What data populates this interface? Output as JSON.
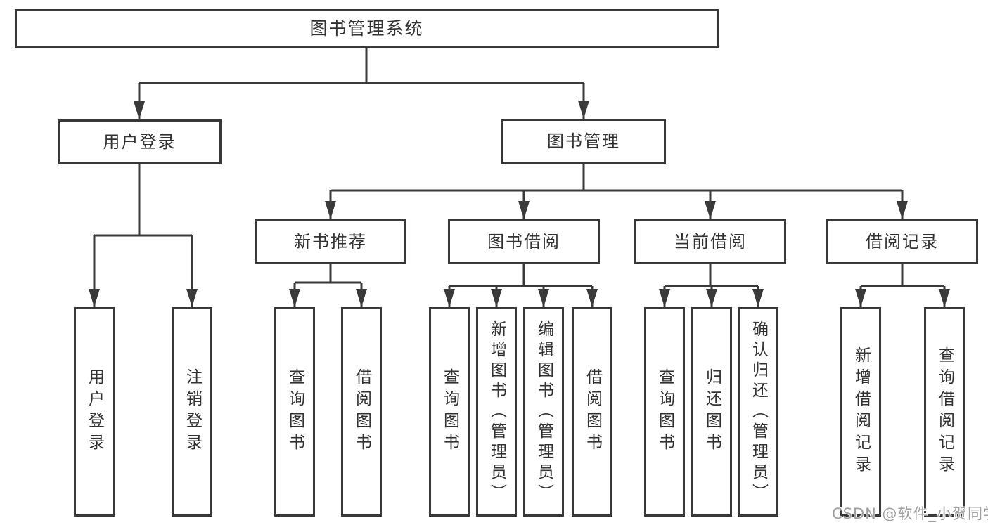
{
  "tree": {
    "label": "图书管理系统",
    "children": [
      {
        "label": "用户登录",
        "children": [
          {
            "label": "用户登录"
          },
          {
            "label": "注销登录"
          }
        ]
      },
      {
        "label": "图书管理",
        "children": [
          {
            "label": "新书推荐",
            "children": [
              {
                "label": "查询图书"
              },
              {
                "label": "借阅图书"
              }
            ]
          },
          {
            "label": "图书借阅",
            "children": [
              {
                "label": "查询图书"
              },
              {
                "label": "新增图书（管理员）"
              },
              {
                "label": "编辑图书（管理员）"
              },
              {
                "label": "借阅图书"
              }
            ]
          },
          {
            "label": "当前借阅",
            "children": [
              {
                "label": "查询图书"
              },
              {
                "label": "归还图书"
              },
              {
                "label": "确认归还（管理员）"
              }
            ]
          },
          {
            "label": "借阅记录",
            "children": [
              {
                "label": "新增借阅记录"
              },
              {
                "label": "查询借阅记录"
              }
            ]
          }
        ]
      }
    ]
  },
  "watermark": {
    "text": "CSDN @软件_小贺同学"
  },
  "colors": {
    "line": "#3a3a3a",
    "border": "#383838",
    "text": "#333333",
    "box_background": "#ffffff",
    "watermark_text": "#a0a0a0"
  }
}
